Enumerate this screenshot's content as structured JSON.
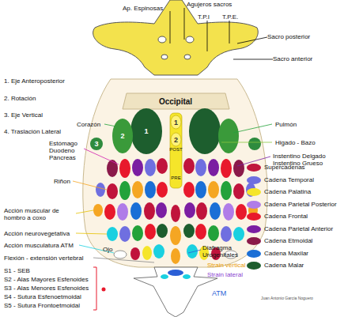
{
  "diagram": {
    "nodes": [
      {
        "text": [
          "1"
        ]
      },
      {
        "text": [
          "2"
        ]
      },
      {
        "text": [
          "3"
        ]
      },
      {
        "text": [
          "1"
        ]
      },
      {
        "text": [
          "2"
        ]
      }
    ],
    "labels": [
      "Ap. Espinosas",
      "Agujeros sacros",
      "T.P.I",
      "T.P.E.",
      "Sacro posterior",
      "Sacro anterior",
      "1. Eje Anteroposterior",
      "2. Rotación",
      "3. Eje Vertical",
      "4. Traslación Lateral",
      "Occipital",
      "Corazón",
      "Estómago Duodeno Páncreas",
      "Riñon",
      "Pulmón",
      "Higado - Bazo",
      "Instentino Delgado Instentino Grueso",
      "POST",
      "PRE",
      "Acción muscular de hombro a coxo",
      "Acción neurovegetativa",
      "Acción musculatura ATM",
      "Flexión - extensión vertebral",
      "Ojo",
      "Diafragma Urogenitales",
      "Strain vertical",
      "Strain lateral",
      "ATM",
      "S1 - SEB",
      "S2 - Alas Mayores Esfenoides",
      "S3 - Alas Menores Esfenoides",
      "S4 - Sutura Esfenoetmoidal",
      "S5 - Sutura Frontoetmoidal",
      "Juan Antonio García Noguero"
    ],
    "legend": [
      {
        "text": "Supercadenas",
        "color": "#c0143c"
      },
      {
        "text": "Cadena Temporal",
        "color": "#6f6fe0"
      },
      {
        "text": "Cadena Palatina",
        "color": "#f5e52a"
      },
      {
        "text": "Cadena Parietal Posterior",
        "color": "#b07ce8"
      },
      {
        "text": "Cadena Frontal",
        "color": "#e8192c"
      },
      {
        "text": "Cadena Parietal Anterior",
        "color": "#7b1fa2"
      },
      {
        "text": "Cadena Etmoidal",
        "color": "#8b1a4a"
      },
      {
        "text": "Cadena Maxilar",
        "color": "#1a6fd6"
      },
      {
        "text": "Cadena Malar",
        "color": "#1d5e2e"
      }
    ]
  }
}
